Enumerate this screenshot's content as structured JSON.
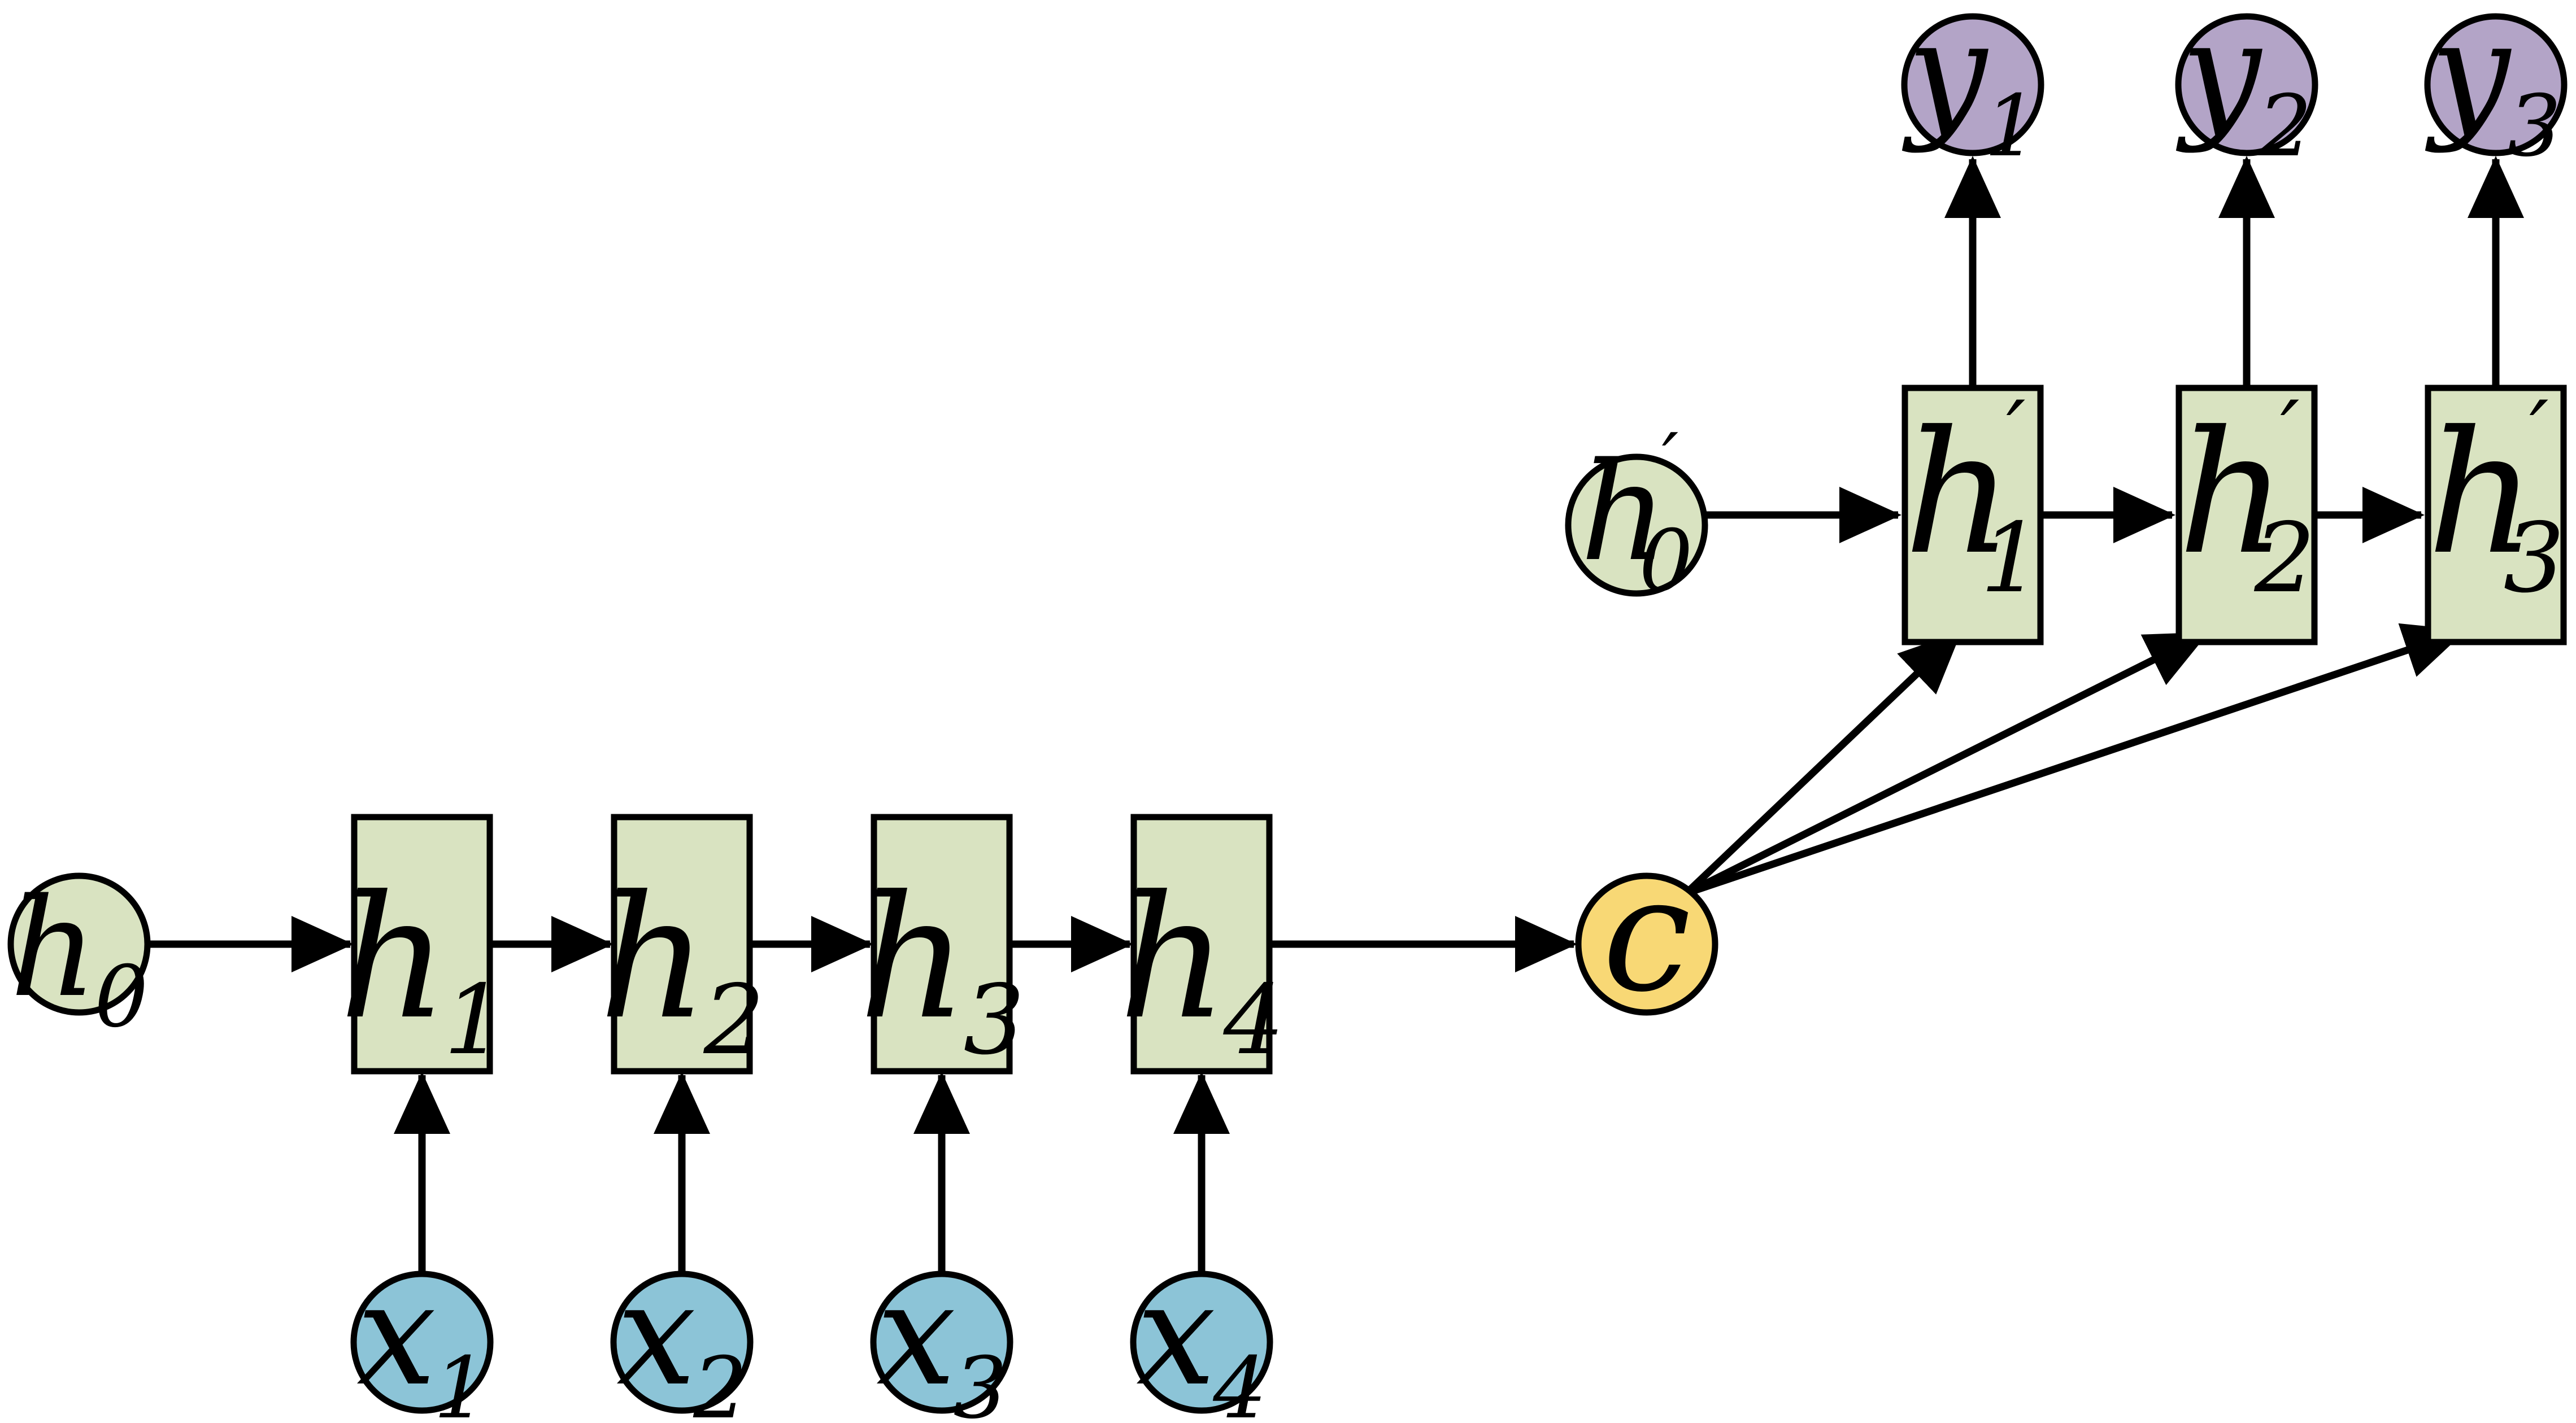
{
  "colors": {
    "background": "#ffffff",
    "outline": "#000000",
    "hidden_state_fill": "#d9e3c1",
    "input_fill": "#8cc4d7",
    "context_fill": "#f8d875",
    "output_fill": "#b3a4c7"
  },
  "encoder": {
    "initial_state": {
      "base": "h",
      "sub": "0"
    },
    "states": [
      {
        "base": "h",
        "sub": "1"
      },
      {
        "base": "h",
        "sub": "2"
      },
      {
        "base": "h",
        "sub": "3"
      },
      {
        "base": "h",
        "sub": "4"
      }
    ],
    "inputs": [
      {
        "base": "x",
        "sub": "1"
      },
      {
        "base": "x",
        "sub": "2"
      },
      {
        "base": "x",
        "sub": "3"
      },
      {
        "base": "x",
        "sub": "4"
      }
    ]
  },
  "context": {
    "label": {
      "base": "c"
    }
  },
  "decoder": {
    "initial_state": {
      "base": "h",
      "prime": "′",
      "sub": "0"
    },
    "states": [
      {
        "base": "h",
        "prime": "′",
        "sub": "1"
      },
      {
        "base": "h",
        "prime": "′",
        "sub": "2"
      },
      {
        "base": "h",
        "prime": "′",
        "sub": "3"
      }
    ],
    "outputs": [
      {
        "base": "y",
        "sub": "1"
      },
      {
        "base": "y",
        "sub": "2"
      },
      {
        "base": "y",
        "sub": "3"
      }
    ]
  }
}
